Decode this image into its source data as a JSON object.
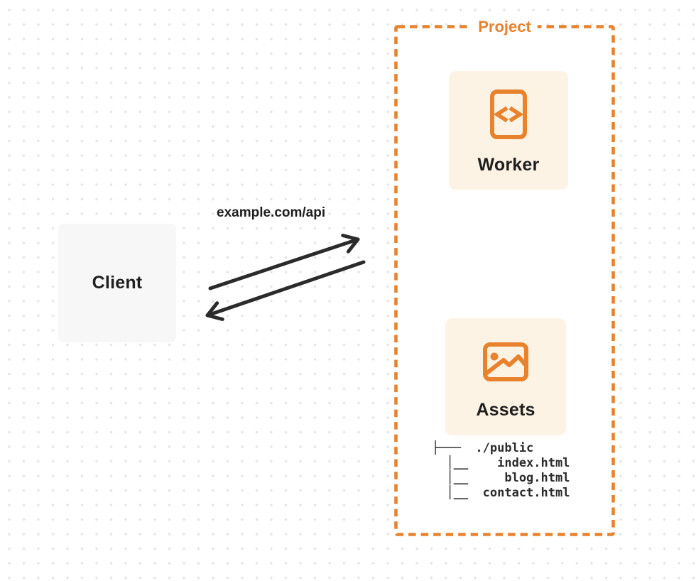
{
  "client": {
    "label": "Client"
  },
  "request": {
    "url_label": "example.com/api"
  },
  "project": {
    "label": "Project",
    "worker": {
      "label": "Worker",
      "icon": "code-file-icon"
    },
    "assets": {
      "label": "Assets",
      "icon": "image-icon"
    },
    "file_tree": {
      "lines": [
        "├───  ./public",
        "  │__    index.html",
        "  │__     blog.html",
        "  │__  contact.html"
      ]
    }
  },
  "colors": {
    "accent": "#E8822D",
    "card_background": "#FCF3E5",
    "client_background": "#F7F7F8",
    "ink": "#1F1F1F",
    "dot_grid": "#E3E3E6"
  }
}
